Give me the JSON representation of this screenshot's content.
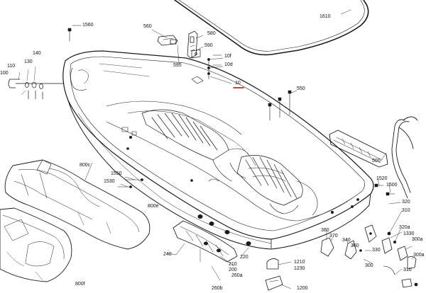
{
  "diagram": {
    "highlight_color": "#d61f1f",
    "line_color": "#1a1a1a",
    "labels": {
      "p1610": "1610",
      "p1560": "1560",
      "p560": "560",
      "p580": "580",
      "p590": "590",
      "p595": "595",
      "p10f": "10f",
      "p10d": "10d",
      "p10": "10",
      "p550": "550",
      "p140": "140",
      "p130": "130",
      "p110": "110",
      "p100": "100",
      "p800c": "800c",
      "p800e": "800e",
      "p800f": "800f",
      "p1550": "1550",
      "p1530": "1530",
      "p240": "240",
      "p210": "210",
      "p200": "200",
      "p220": "220",
      "p260a": "260a",
      "p260b": "260b",
      "p1210": "1210",
      "p1230": "1230",
      "p1200": "1200",
      "p500": "500",
      "p1520": "1520",
      "p1500": "1500",
      "p320": "320",
      "p320a": "320a",
      "p1330": "1330",
      "p380": "380",
      "p370": "370",
      "p340": "340",
      "p360": "360",
      "p330": "330",
      "p300a": "300a",
      "p300": "300",
      "p310": "310"
    }
  }
}
